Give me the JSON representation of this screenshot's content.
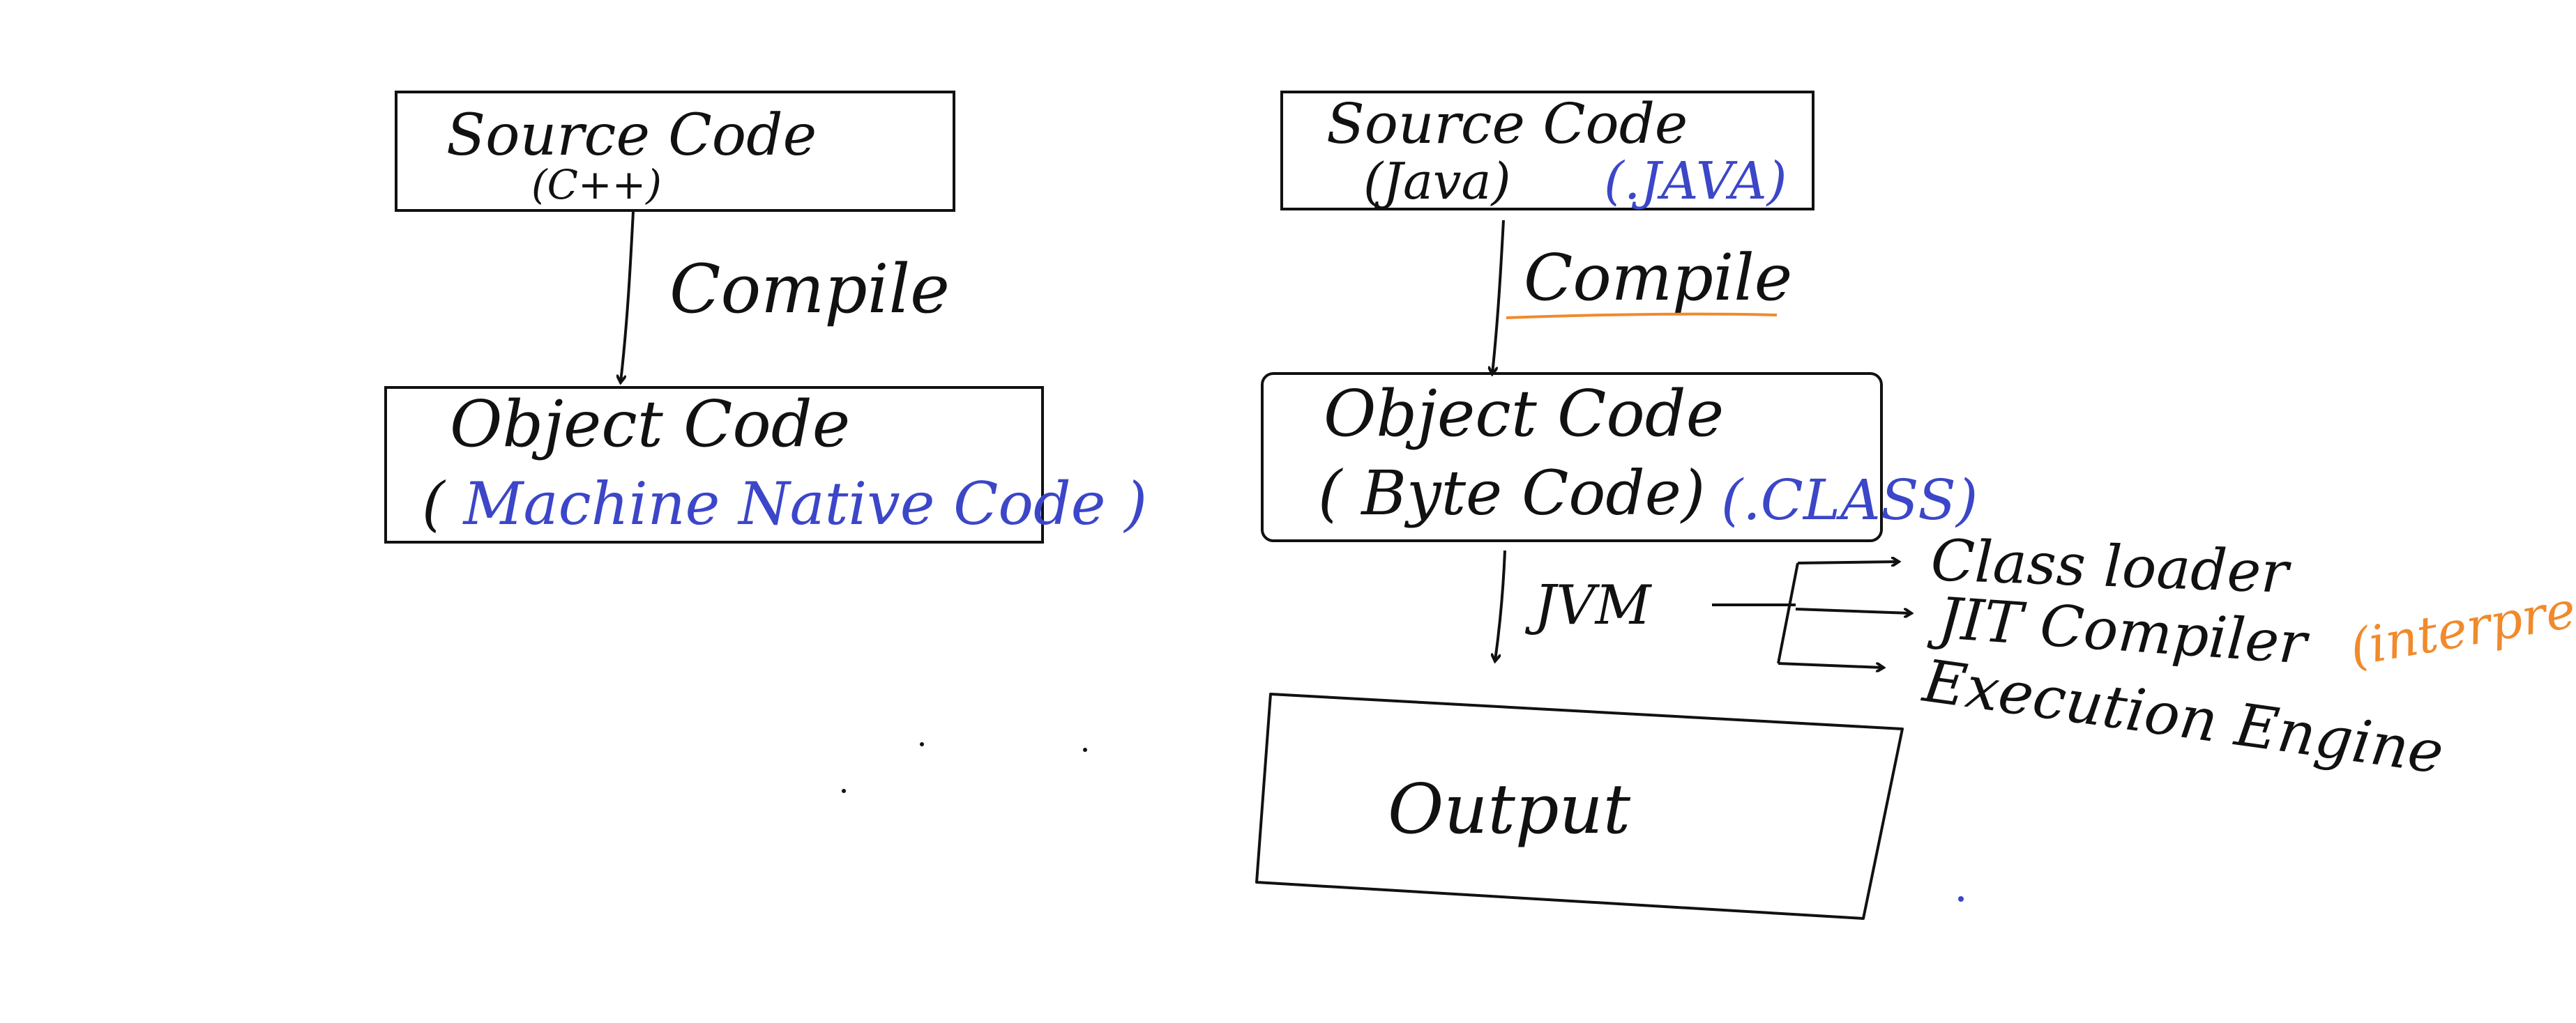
{
  "colors": {
    "background": "#ffffff",
    "ink": "#111111",
    "blue": "#3b46c8",
    "orange": "#f08a2c"
  },
  "cpp": {
    "source_box": {
      "line1": "Source Code",
      "line2": "(C++)"
    },
    "compile_label": "Compile",
    "object_box": {
      "line1": "Object Code",
      "open_paren": "(",
      "line2_blue": "Machine Native Code",
      "close_paren": ")"
    }
  },
  "java": {
    "source_box": {
      "line1": "Source Code",
      "line2": "(Java)"
    },
    "source_ext": "(.JAVA)",
    "compile_label": "Compile",
    "object_box": {
      "line1": "Object Code",
      "line2": "( Byte Code)"
    },
    "object_ext": "(.CLASS)",
    "jvm_label": "JVM",
    "jvm_components": [
      "Class loader",
      "JIT Compiler",
      "Execution Engine"
    ],
    "jit_note": "(interpreter)",
    "output_label": "Output"
  }
}
